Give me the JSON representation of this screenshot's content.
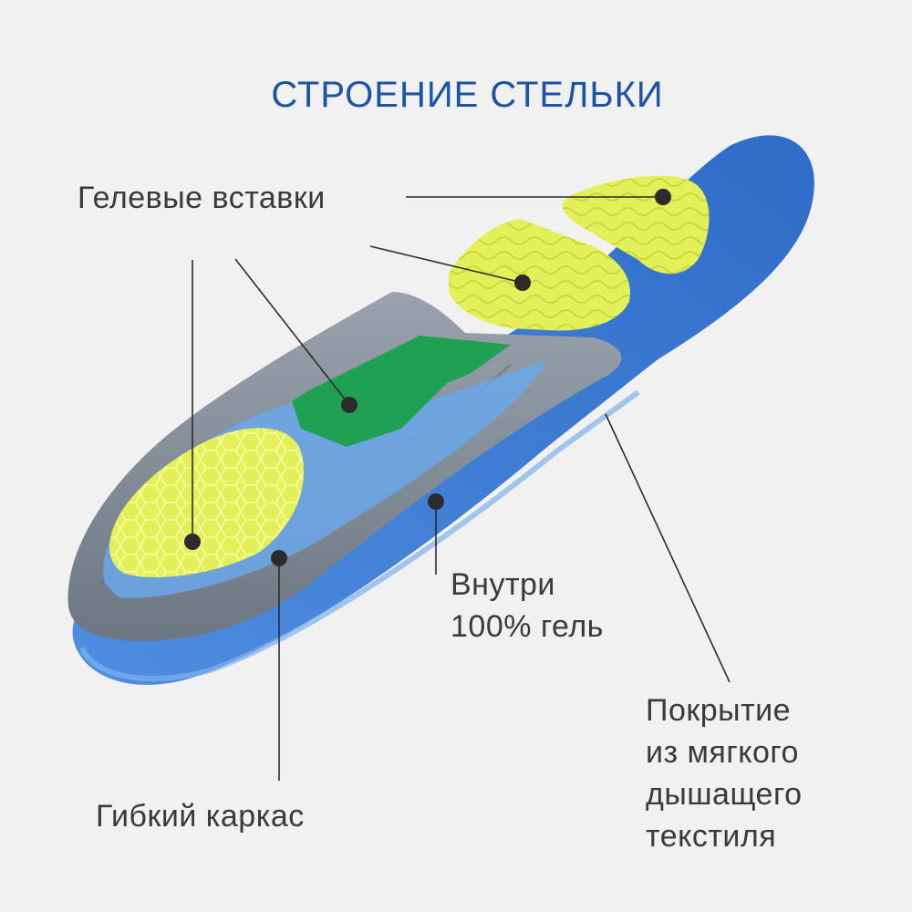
{
  "title": "СТРОЕНИЕ СТЕЛЬКИ",
  "labels": {
    "gel_inserts": "Гелевые вставки",
    "inside_gel": [
      "Внутри",
      "100% гель"
    ],
    "flexible_frame": "Гибкий каркас",
    "cover": [
      "Покрытие",
      "из мягкого",
      "дышащего",
      "текстиля"
    ]
  },
  "colors": {
    "title": "#1a54a8",
    "text": "#3a3a3a",
    "gel_yellow": "#e3f05a",
    "sole_blue": "#3d7bd6",
    "frame_grey": "#7d8a99",
    "arch_green": "#1fa053"
  }
}
